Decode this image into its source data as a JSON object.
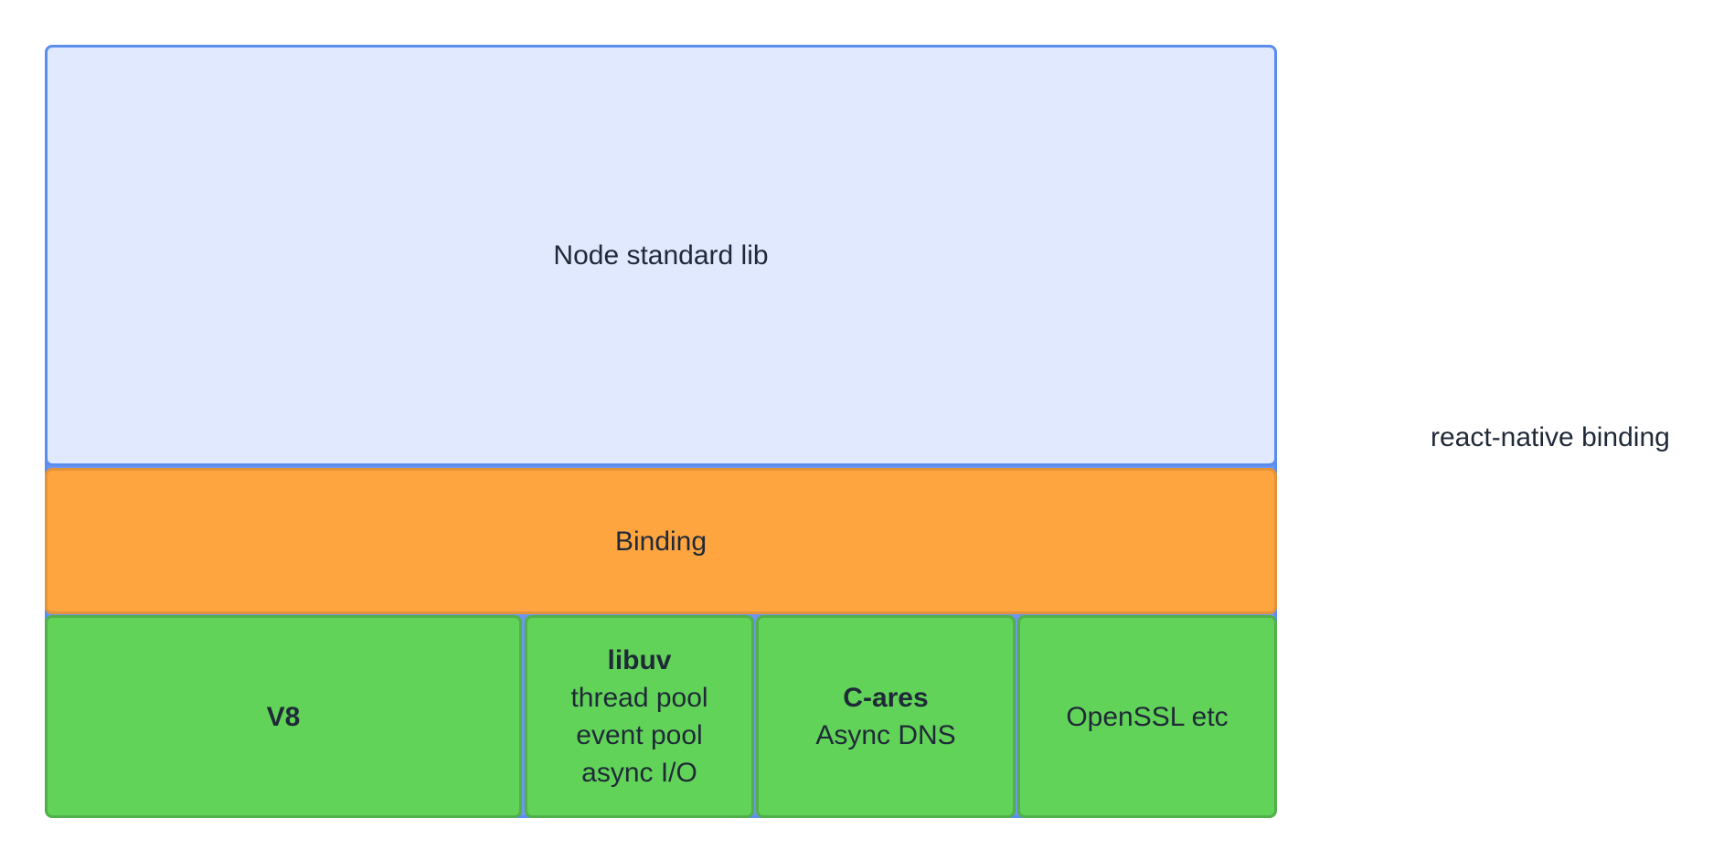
{
  "diagram": {
    "stdlib": {
      "label": "Node standard lib"
    },
    "binding": {
      "label": "Binding"
    },
    "modules": {
      "v8": {
        "title": "V8"
      },
      "libuv": {
        "title": "libuv",
        "lines": [
          "thread pool",
          "event pool",
          "async I/O"
        ]
      },
      "cares": {
        "title": "C-ares",
        "lines": [
          "Async DNS"
        ]
      },
      "openssl": {
        "label": "OpenSSL etc"
      }
    },
    "side_label": "react-native binding"
  },
  "colors": {
    "stdlib_fill": "#e0e9fe",
    "stdlib_border": "#5b8def",
    "binding_fill": "#fea53f",
    "module_fill": "#62d359",
    "module_border": "#52b04b"
  }
}
